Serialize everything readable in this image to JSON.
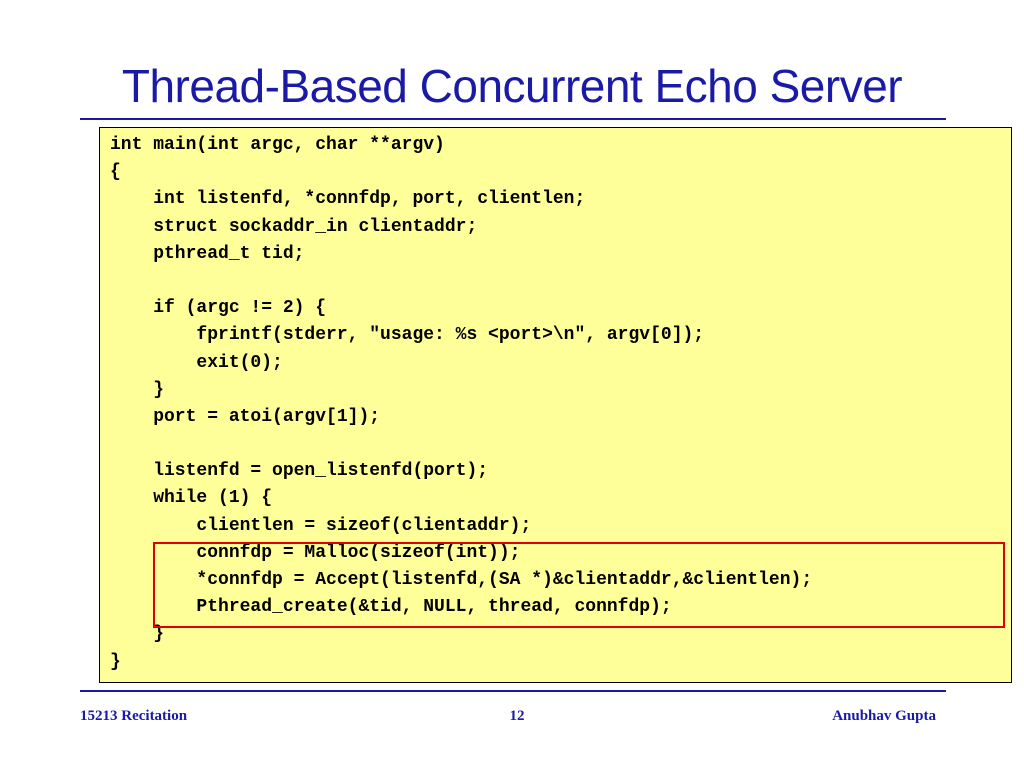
{
  "slide": {
    "title": "Thread-Based Concurrent Echo Server",
    "code_lines": [
      "int main(int argc, char **argv)",
      "{",
      "    int listenfd, *connfdp, port, clientlen;",
      "    struct sockaddr_in clientaddr;",
      "    pthread_t tid;",
      "",
      "    if (argc != 2) {",
      "        fprintf(stderr, \"usage: %s <port>\\n\", argv[0]);",
      "        exit(0);",
      "    }",
      "    port = atoi(argv[1]);",
      "",
      "    listenfd = open_listenfd(port);",
      "    while (1) {",
      "        clientlen = sizeof(clientaddr);",
      "        connfdp = Malloc(sizeof(int));",
      "        *connfdp = Accept(listenfd,(SA *)&clientaddr,&clientlen);",
      "        Pthread_create(&tid, NULL, thread, connfdp);",
      "    }",
      "}"
    ],
    "highlight_color": "#e00000",
    "code_background": "#ffff99",
    "accent_color": "#1a1aa6"
  },
  "footer": {
    "left": "15213 Recitation",
    "center": "12",
    "right": "Anubhav Gupta"
  }
}
